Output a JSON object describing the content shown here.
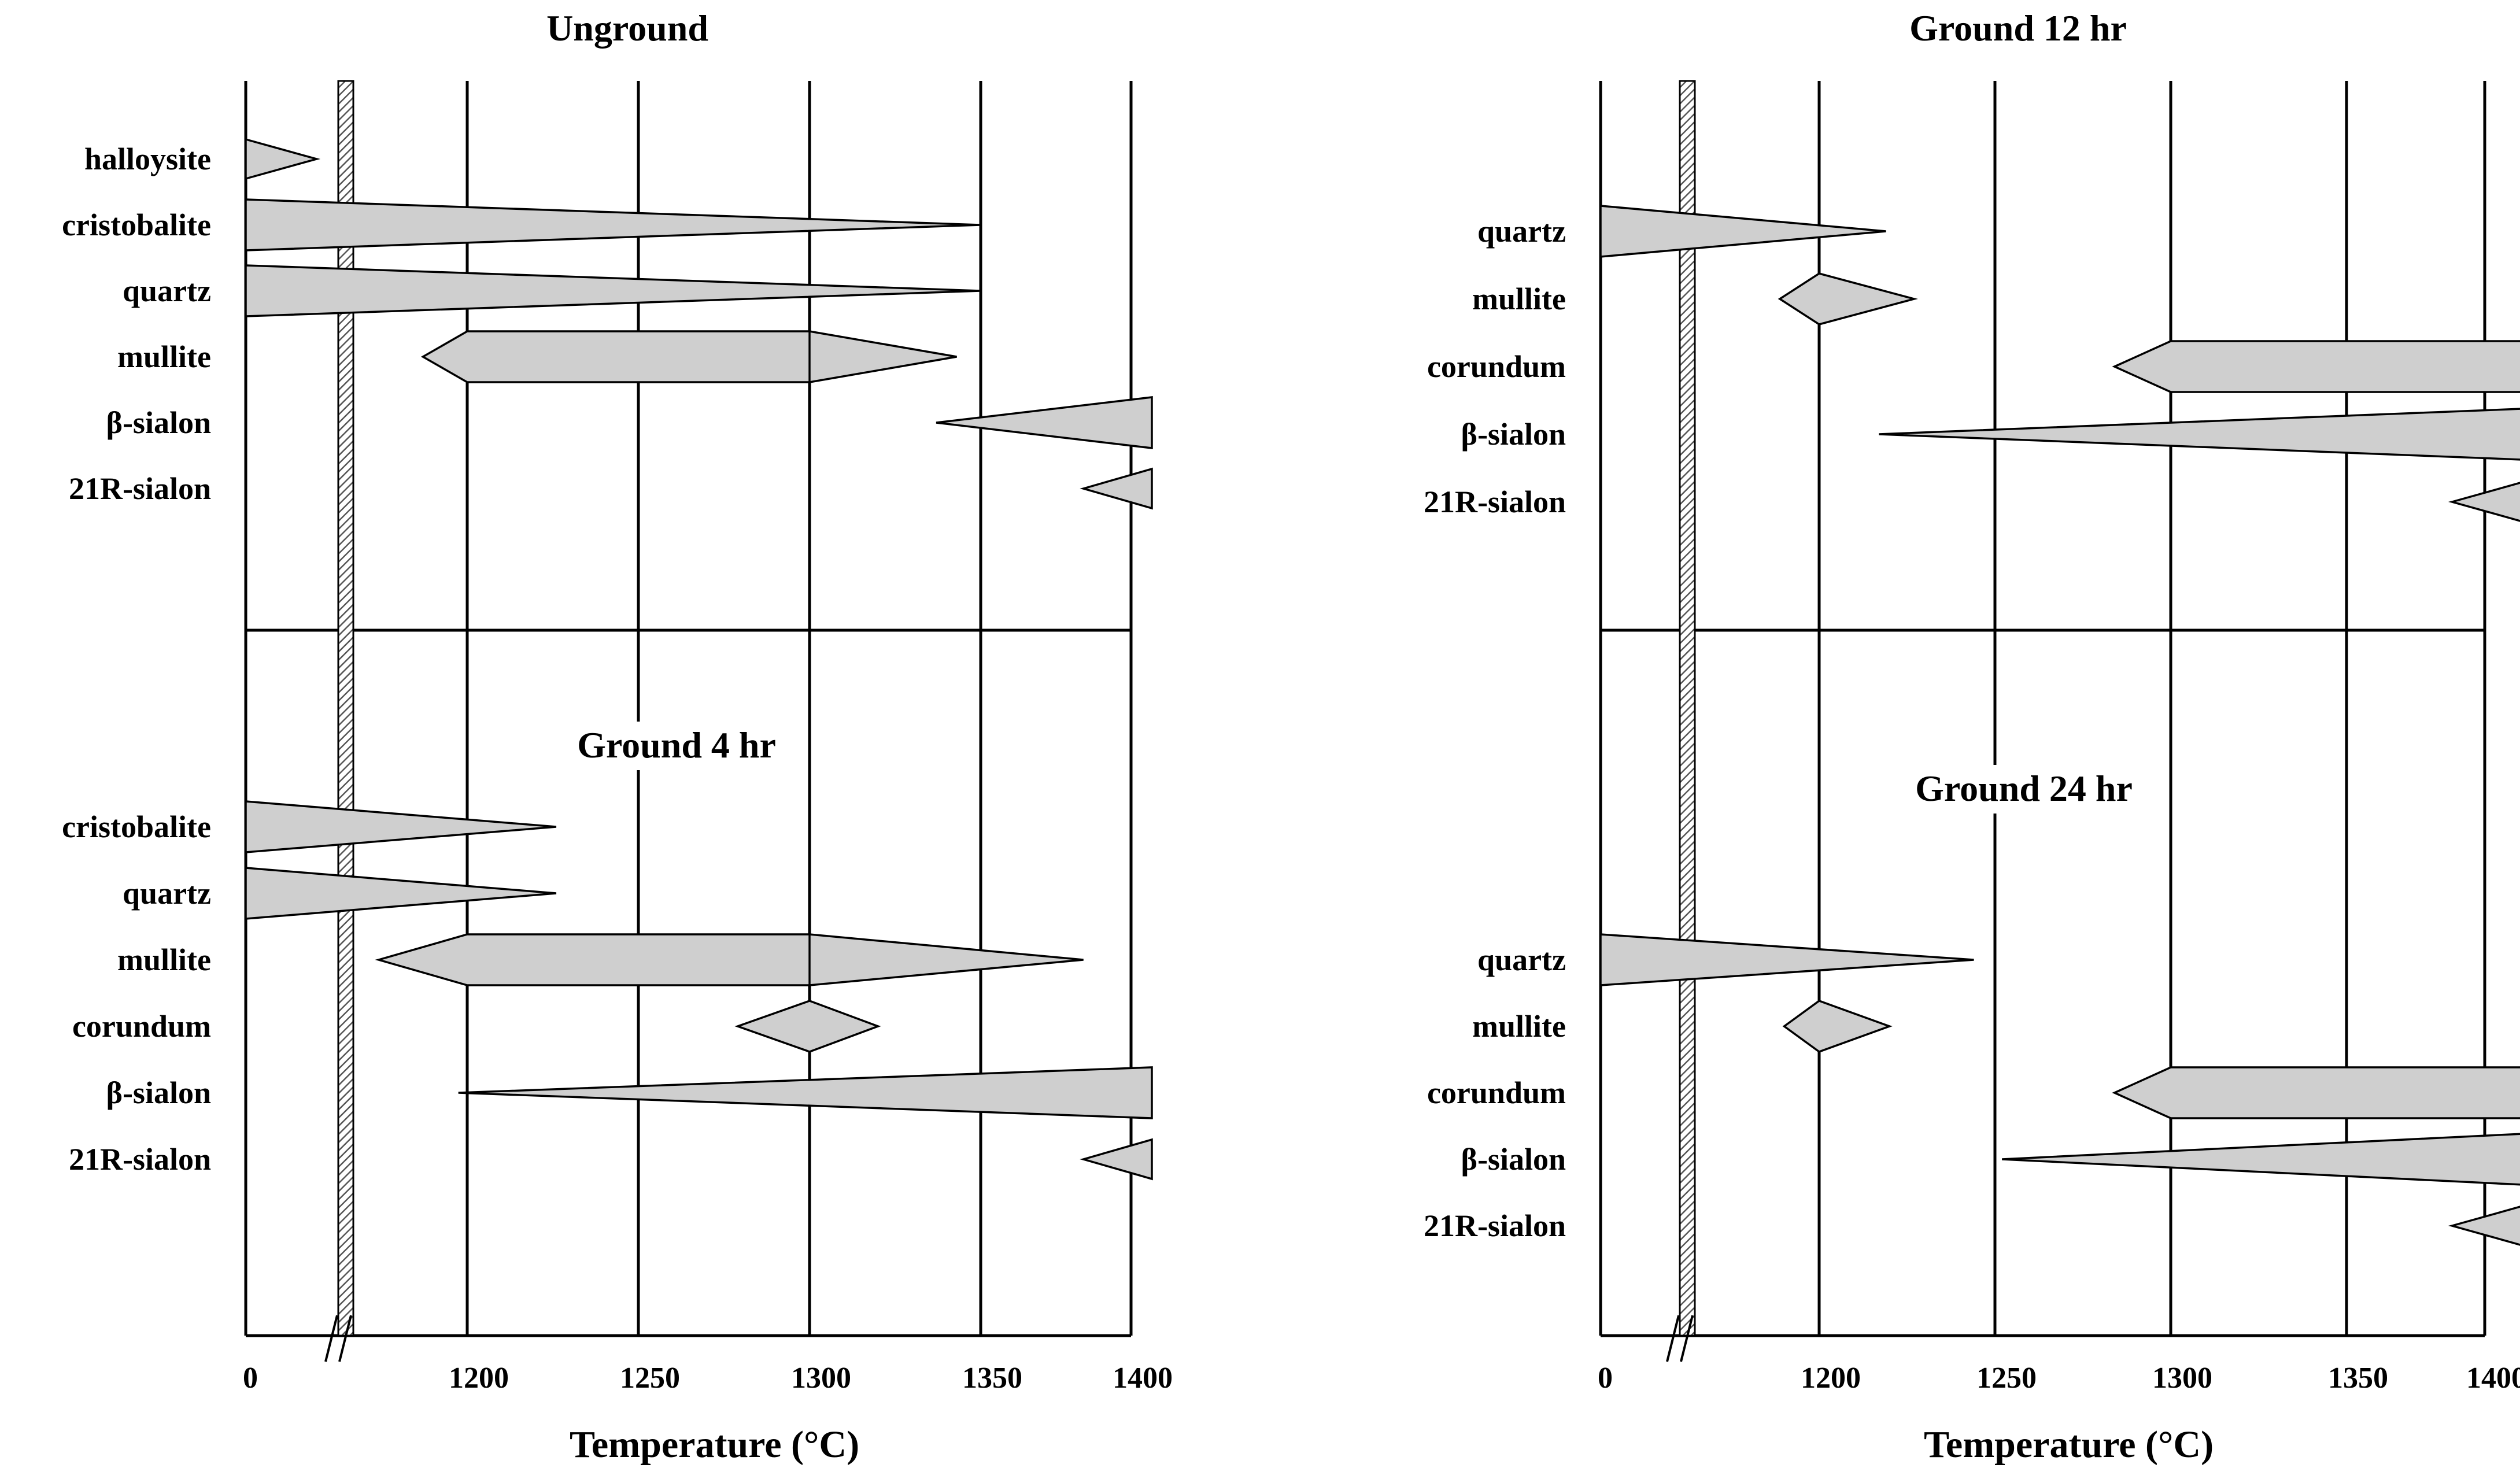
{
  "chart_data": [
    {
      "type": "phase-diagram",
      "xlabel": "Temperature (°C)",
      "x_ticks": [
        "0",
        "1200",
        "1250",
        "1300",
        "1350",
        "1400"
      ],
      "x_axis_break": true,
      "xlim": [
        1150,
        1400
      ],
      "panels": [
        {
          "title": "Unground",
          "phases": [
            {
              "name": "halloysite",
              "shape": "taper-right",
              "max_x": 1150,
              "end": 1166
            },
            {
              "name": "cristobalite",
              "shape": "taper-right",
              "max_x": 1150,
              "end": 1350
            },
            {
              "name": "quartz",
              "shape": "taper-right",
              "max_x": 1150,
              "end": 1350
            },
            {
              "name": "mullite",
              "shape": "plateau",
              "start": 1190,
              "plateau": [
                1200,
                1300
              ],
              "end": 1343
            },
            {
              "name": "β-sialon",
              "shape": "taper-left",
              "start": 1337,
              "max_x": 1400
            },
            {
              "name": "21R-sialon",
              "shape": "taper-left",
              "start": 1380,
              "max_x": 1400
            }
          ]
        },
        {
          "title": "Ground 4 hr",
          "phases": [
            {
              "name": "cristobalite",
              "shape": "taper-right",
              "max_x": 1150,
              "end": 1226
            },
            {
              "name": "quartz",
              "shape": "taper-right",
              "max_x": 1150,
              "end": 1226
            },
            {
              "name": "mullite",
              "shape": "plateau",
              "start": 1180,
              "plateau": [
                1200,
                1300
              ],
              "end": 1380
            },
            {
              "name": "corundum",
              "shape": "diamond",
              "start": 1279,
              "max_x": 1300,
              "end": 1320
            },
            {
              "name": "β-sialon",
              "shape": "taper-left",
              "start": 1198,
              "max_x": 1400
            },
            {
              "name": "21R-sialon",
              "shape": "taper-left",
              "start": 1380,
              "max_x": 1400
            }
          ]
        },
        {
          "title": "Ground 12 hr",
          "phases": [
            {
              "name": "quartz",
              "shape": "taper-right",
              "max_x": 1150,
              "end": 1219
            },
            {
              "name": "mullite",
              "shape": "diamond",
              "start": 1191,
              "max_x": 1200,
              "end": 1227
            },
            {
              "name": "corundum",
              "shape": "plateau",
              "start": 1284,
              "plateau": [
                1300,
                1400
              ],
              "end": 1400
            },
            {
              "name": "β-sialon",
              "shape": "taper-left",
              "start": 1217,
              "max_x": 1400
            },
            {
              "name": "21R-sialon",
              "shape": "taper-left",
              "start": 1380,
              "max_x": 1400
            }
          ]
        },
        {
          "title": "Ground 24 hr",
          "phases": [
            {
              "name": "quartz",
              "shape": "taper-right",
              "max_x": 1150,
              "end": 1244
            },
            {
              "name": "mullite",
              "shape": "diamond",
              "start": 1192,
              "max_x": 1200,
              "end": 1220
            },
            {
              "name": "corundum",
              "shape": "plateau",
              "start": 1284,
              "plateau": [
                1300,
                1400
              ],
              "end": 1400
            },
            {
              "name": "β-sialon",
              "shape": "taper-left",
              "start": 1252,
              "max_x": 1400
            },
            {
              "name": "21R-sialon",
              "shape": "taper-left",
              "start": 1380,
              "max_x": 1400
            }
          ]
        }
      ]
    }
  ]
}
